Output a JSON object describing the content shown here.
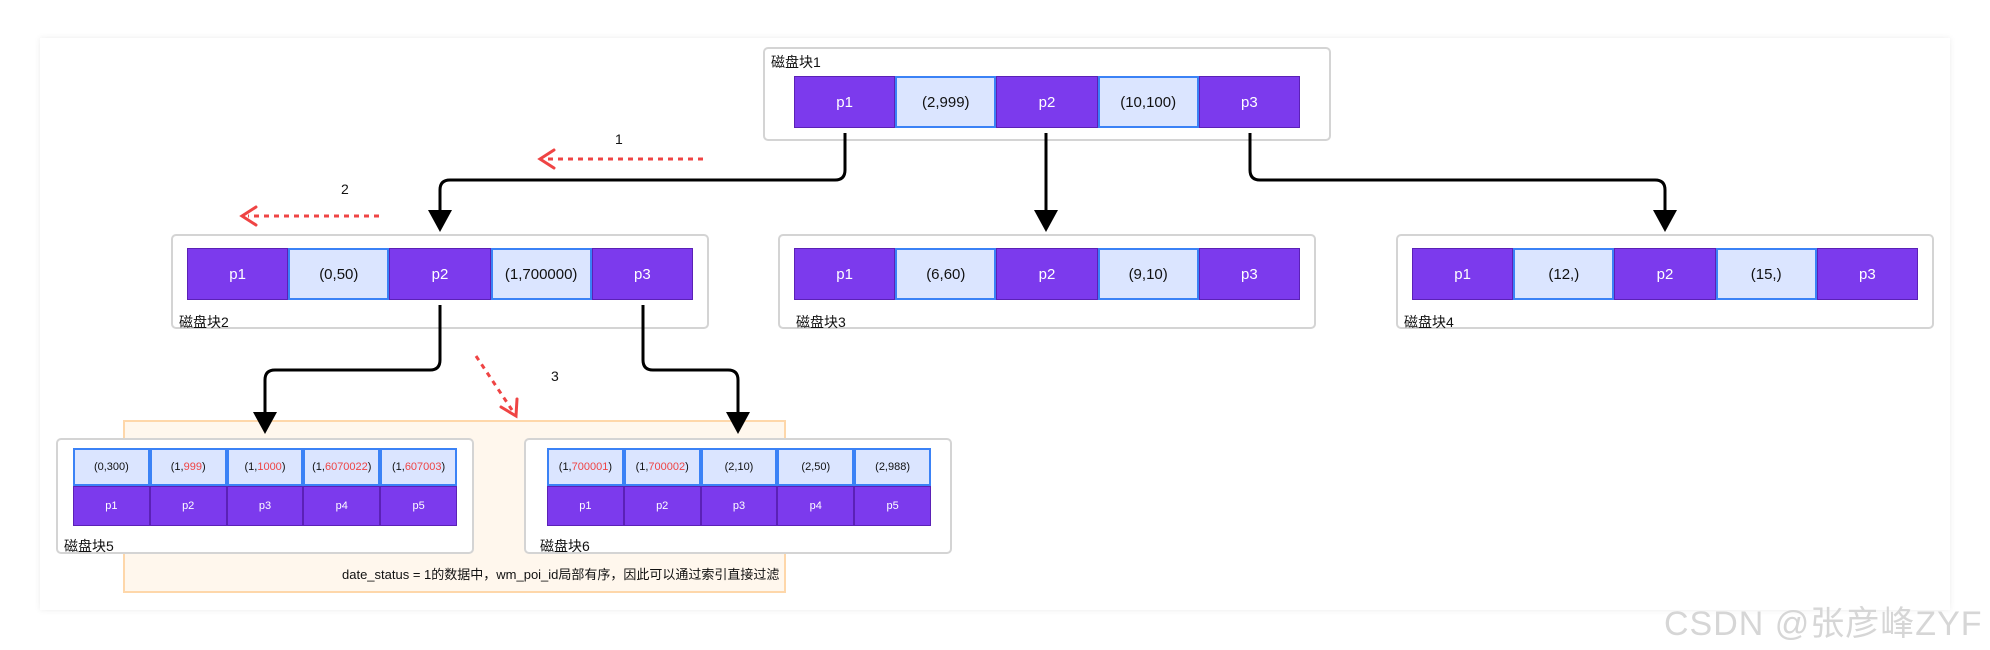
{
  "blocks": {
    "b1": {
      "label": "磁盘块1",
      "cells": [
        {
          "type": "p",
          "text": "p1"
        },
        {
          "type": "k",
          "text": "(2,999)"
        },
        {
          "type": "p",
          "text": "p2"
        },
        {
          "type": "k",
          "text": "(10,100)"
        },
        {
          "type": "p",
          "text": "p3"
        }
      ]
    },
    "b2": {
      "label": "磁盘块2",
      "cells": [
        {
          "type": "p",
          "text": "p1"
        },
        {
          "type": "k",
          "text": "(0,50)"
        },
        {
          "type": "p",
          "text": "p2"
        },
        {
          "type": "k",
          "text": "(1,700000)"
        },
        {
          "type": "p",
          "text": "p3"
        }
      ]
    },
    "b3": {
      "label": "磁盘块3",
      "cells": [
        {
          "type": "p",
          "text": "p1"
        },
        {
          "type": "k",
          "text": "(6,60)"
        },
        {
          "type": "p",
          "text": "p2"
        },
        {
          "type": "k",
          "text": "(9,10)"
        },
        {
          "type": "p",
          "text": "p3"
        }
      ]
    },
    "b4": {
      "label": "磁盘块4",
      "cells": [
        {
          "type": "p",
          "text": "p1"
        },
        {
          "type": "k",
          "text": "(12,)"
        },
        {
          "type": "p",
          "text": "p2"
        },
        {
          "type": "k",
          "text": "(15,)"
        },
        {
          "type": "p",
          "text": "p3"
        }
      ]
    },
    "b5": {
      "label": "磁盘块5",
      "keys": [
        {
          "pre": "(0,300)",
          "hl": "",
          "post": ""
        },
        {
          "pre": "(1,",
          "hl": "999",
          "post": ")"
        },
        {
          "pre": "(1,",
          "hl": "1000",
          "post": ")"
        },
        {
          "pre": "(1,",
          "hl": "6070022",
          "post": ")"
        },
        {
          "pre": "(1,",
          "hl": "607003",
          "post": ")"
        }
      ],
      "ptrs": [
        "p1",
        "p2",
        "p3",
        "p4",
        "p5"
      ]
    },
    "b6": {
      "label": "磁盘块6",
      "keys": [
        {
          "pre": "(1,",
          "hl": "700001",
          "post": ")"
        },
        {
          "pre": "(1,",
          "hl": "700002",
          "post": ")"
        },
        {
          "pre": "(2,10)",
          "hl": "",
          "post": ""
        },
        {
          "pre": "(2,50)",
          "hl": "",
          "post": ""
        },
        {
          "pre": "(2,988)",
          "hl": "",
          "post": ""
        }
      ],
      "ptrs": [
        "p1",
        "p2",
        "p3",
        "p4",
        "p5"
      ]
    }
  },
  "steps": [
    "1",
    "2",
    "3"
  ],
  "note": "date_status = 1的数据中，wm_poi_id局部有序，因此可以通过索引直接过滤",
  "watermark": "CSDN @张彦峰ZYF",
  "colors": {
    "pointer": "#7c3aed",
    "key_bg": "#dbe5ff",
    "key_border": "#3b82f6",
    "highlight": "#ef4444",
    "arrow": "#000000",
    "step_arrow": "#ef4444",
    "note_bg": "#fff7ed"
  }
}
